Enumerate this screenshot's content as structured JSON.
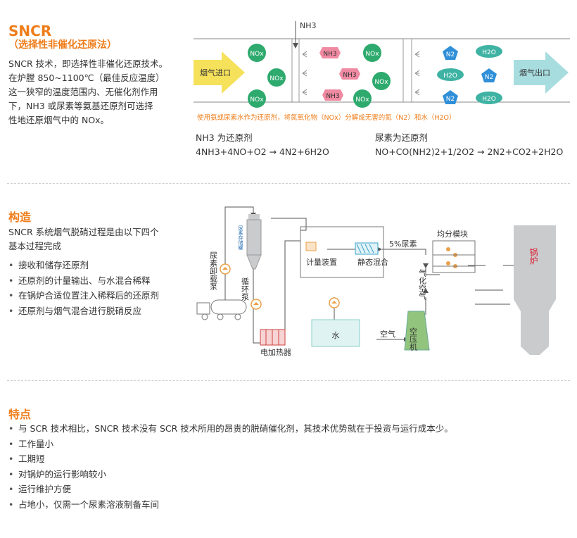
{
  "section1": {
    "title": "SNCR",
    "subtitle": "（选择性非催化还原法）",
    "lines": [
      "SNCR 技术，即选择性非催化还原技术。",
      "在炉膛 850~1100℃（最佳反应温度）",
      "这一狭窄的温度范围内、无催化剂作用",
      "下，NH3 或尿素等氨基还原剂可选择",
      "性地还原烟气中的 NOx。"
    ],
    "diagram": {
      "nh3_label": "NH3",
      "inlet": "烟气进口",
      "outlet": "烟气出口",
      "caption": "使用氨或尿素水作为还原剂，将氮氧化物（NOx）分解成无害的氮（N2）和水（H2O）",
      "nox": "NOx",
      "nh3": "NH3",
      "n2": "N2",
      "h2o": "H2O"
    },
    "reactions": [
      {
        "title": "NH3 为还原剂",
        "equation": "4NH3+4NO+O2 → 4N2+6H2O"
      },
      {
        "title": "尿素为还原剂",
        "equation": "NO+CO(NH2)2+1/2O2 → 2N2+CO2+2H2O"
      }
    ]
  },
  "section2": {
    "title": "构造",
    "intro": [
      "SNCR 系统烟气脱硝过程是由以下四个",
      "基本过程完成"
    ],
    "items": [
      "接收和储存还原剂",
      "还原剂的计量输出、与水混合稀释",
      "在锅炉合适位置注入稀释后的还原剂",
      "还原剂与烟气混合进行脱硝反应"
    ],
    "process": {
      "tank": "尿素存储罐",
      "unload_pump": "尿素卸载泵",
      "circ_pump": "循环泵",
      "heater": "电加热器",
      "metering": "计量装置",
      "mixer": "静态混合",
      "urea": "5%尿素",
      "module": "均分模块",
      "water": "水",
      "atom_air": "气化空气",
      "air": "空气",
      "compressor": "空压机",
      "boiler": "锅炉"
    },
    "colors": {
      "accent": "#ef7d1a",
      "tank": "#c9cbcd",
      "water": "#dff3f2",
      "compressor": "#93c47d"
    }
  },
  "section3": {
    "title": "特点",
    "items": [
      "与 SCR 技术相比，SNCR 技术没有 SCR 技术所用的昂贵的脱硝催化剂，其技术优势就在于投资与运行成本少。",
      "工作量小",
      "工期短",
      "对锅炉的运行影响较小",
      "运行维护方便",
      "占地小，仅需一个尿素溶液制备车间"
    ]
  }
}
